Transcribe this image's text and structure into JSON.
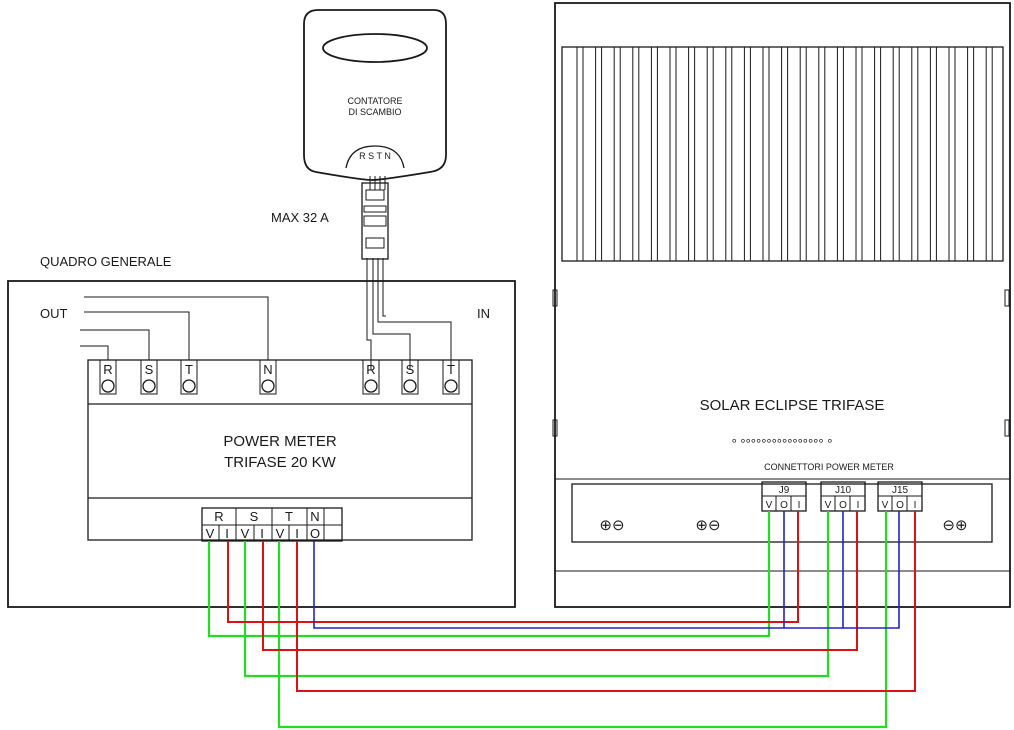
{
  "meter": {
    "title_line1": "CONTATORE",
    "title_line2": "DI SCAMBIO",
    "terminals": "R S T N"
  },
  "breaker_label": "MAX 32 A",
  "panel": {
    "title": "QUADRO GENERALE",
    "out_label": "OUT",
    "in_label": "IN",
    "top_terminals": [
      "R",
      "S",
      "T",
      "N",
      "R",
      "S",
      "T"
    ]
  },
  "power_meter": {
    "title_line1": "POWER METER",
    "title_line2": "TRIFASE 20 KW",
    "phase_labels": [
      "R",
      "S",
      "T",
      "N"
    ],
    "pin_labels": [
      "V",
      "I",
      "V",
      "I",
      "V",
      "I",
      "O"
    ]
  },
  "inverter": {
    "title": "SOLAR ECLIPSE TRIFASE",
    "leds": "° °°°°°°°°°°°°°°°° °",
    "connector_caption": "CONNETTORI POWER METER",
    "connectors": [
      {
        "name": "J9",
        "pins": [
          "V",
          "O",
          "I"
        ]
      },
      {
        "name": "J10",
        "pins": [
          "V",
          "O",
          "I"
        ]
      },
      {
        "name": "J15",
        "pins": [
          "V",
          "O",
          "I"
        ]
      }
    ],
    "polarity_left": [
      "⊕⊖",
      "⊕⊖"
    ],
    "polarity_right": "⊖⊕"
  },
  "colors": {
    "green": "#22dd22",
    "red": "#dd1111",
    "blue": "#2222cc"
  }
}
